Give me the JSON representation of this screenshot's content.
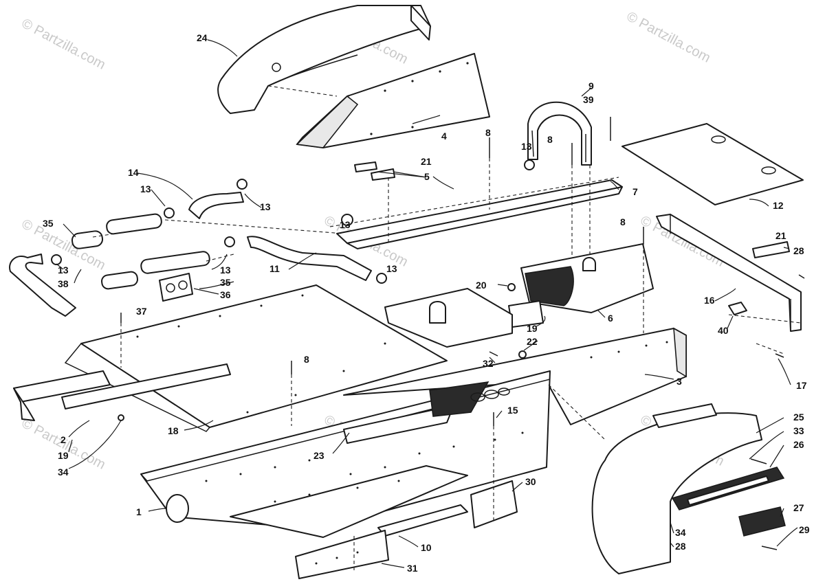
{
  "watermark": {
    "text": "© Partzilla.com"
  },
  "callouts": [
    "1",
    "2",
    "3",
    "4",
    "5",
    "6",
    "7",
    "8",
    "9",
    "10",
    "11",
    "12",
    "13",
    "14",
    "15",
    "16",
    "17",
    "18",
    "19",
    "20",
    "21",
    "22",
    "23",
    "24",
    "25",
    "26",
    "27",
    "28",
    "29",
    "30",
    "31",
    "32",
    "33",
    "34",
    "35",
    "36",
    "37",
    "38",
    "39",
    "40"
  ]
}
